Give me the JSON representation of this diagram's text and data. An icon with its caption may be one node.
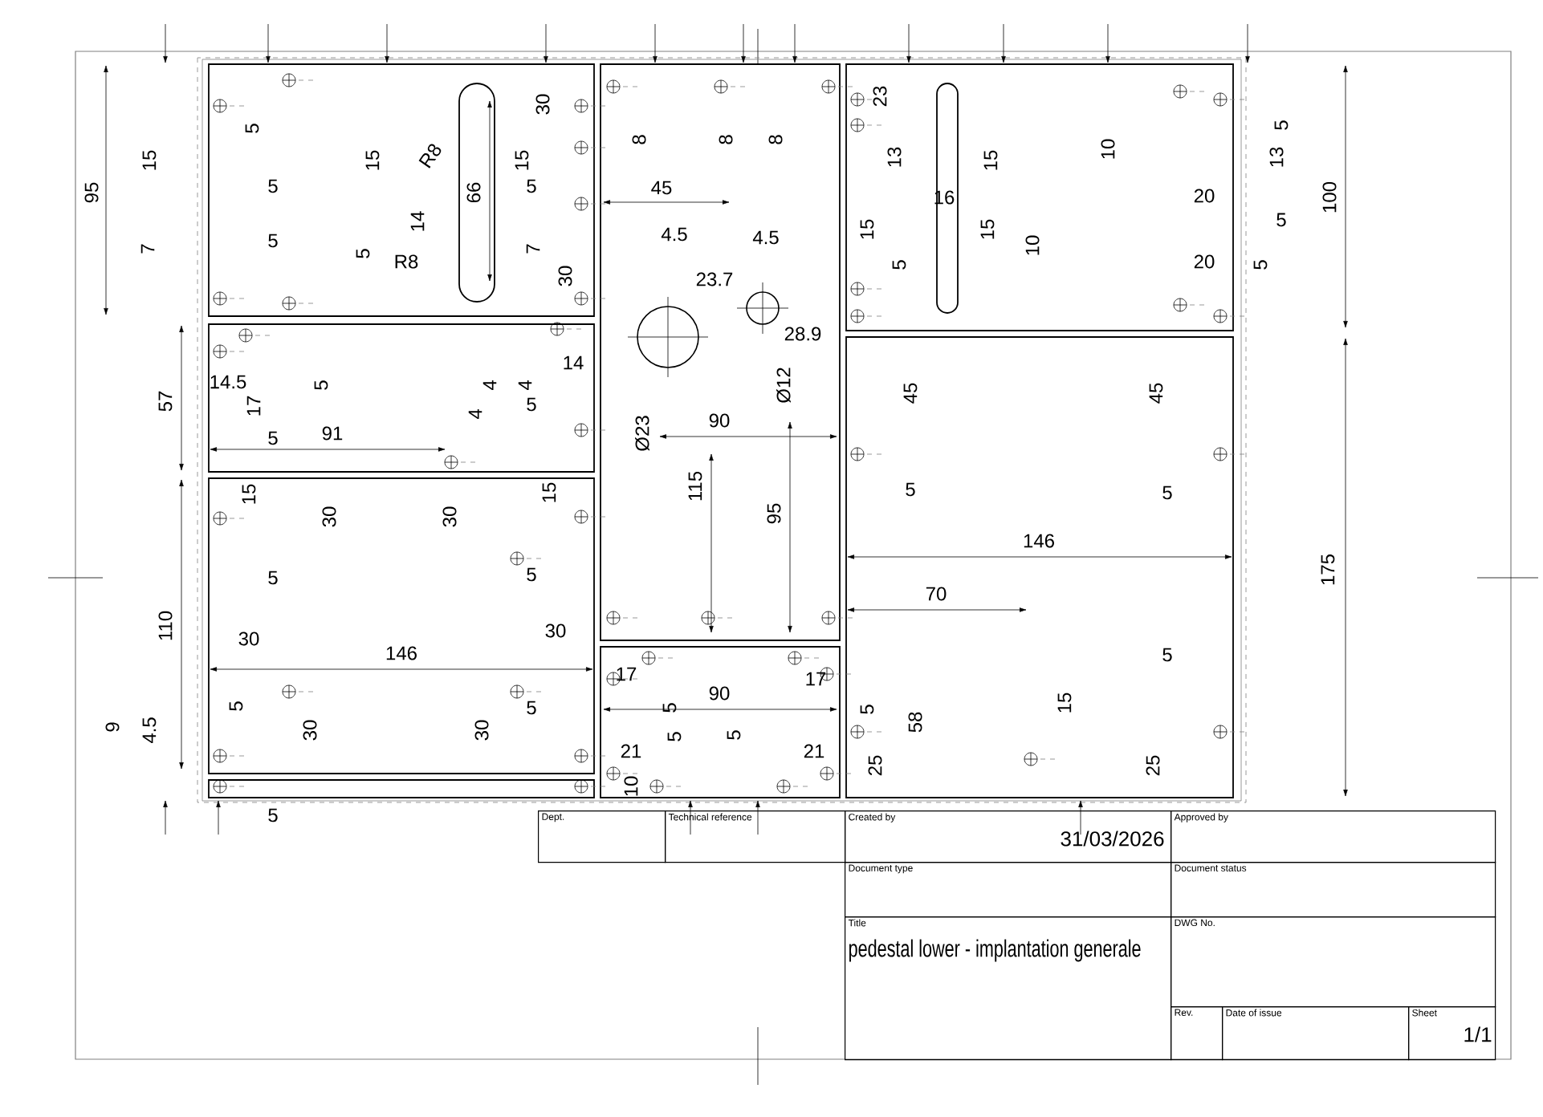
{
  "diagram": {
    "nodes": [
      {
        "text": [
          "Dept."
        ]
      },
      {
        "text": [
          "Technical reference"
        ]
      },
      {
        "text": [
          "Created by",
          "31/03/2026"
        ]
      },
      {
        "text": [
          "Approved by"
        ]
      },
      {
        "text": [
          "Document type"
        ]
      },
      {
        "text": [
          "Document status"
        ]
      },
      {
        "text": [
          "Title",
          "pedestal lower - implantation generale"
        ]
      },
      {
        "text": [
          "DWG No."
        ]
      },
      {
        "text": [
          "Rev."
        ]
      },
      {
        "text": [
          "Date of issue"
        ]
      },
      {
        "text": [
          "Sheet",
          "1/1"
        ]
      }
    ],
    "labels": [
      "15",
      "95",
      "5",
      "15",
      "R8",
      "30",
      "15",
      "8",
      "8",
      "8",
      "23",
      "13",
      "15",
      "10",
      "5",
      "13",
      "100",
      "5",
      "5",
      "45",
      "16",
      "20",
      "14",
      "66",
      "5",
      "7",
      "5",
      "5",
      "R8",
      "7",
      "4.5",
      "4.5",
      "15",
      "15",
      "10",
      "5",
      "20",
      "5",
      "30",
      "23.7",
      "28.9",
      "14",
      "57",
      "14.5",
      "17",
      "5",
      "4",
      "4",
      "4",
      "5",
      "Ø12",
      "45",
      "45",
      "5",
      "91",
      "Ø23",
      "90",
      "15",
      "15",
      "30",
      "30",
      "115",
      "95",
      "5",
      "5",
      "146",
      "175",
      "5",
      "5",
      "70",
      "110",
      "30",
      "30",
      "146",
      "5",
      "17",
      "17",
      "90",
      "5",
      "5",
      "5",
      "5",
      "15",
      "58",
      "9",
      "4.5",
      "30",
      "30",
      "5",
      "5",
      "21",
      "21",
      "25",
      "25",
      "10",
      "5"
    ]
  }
}
